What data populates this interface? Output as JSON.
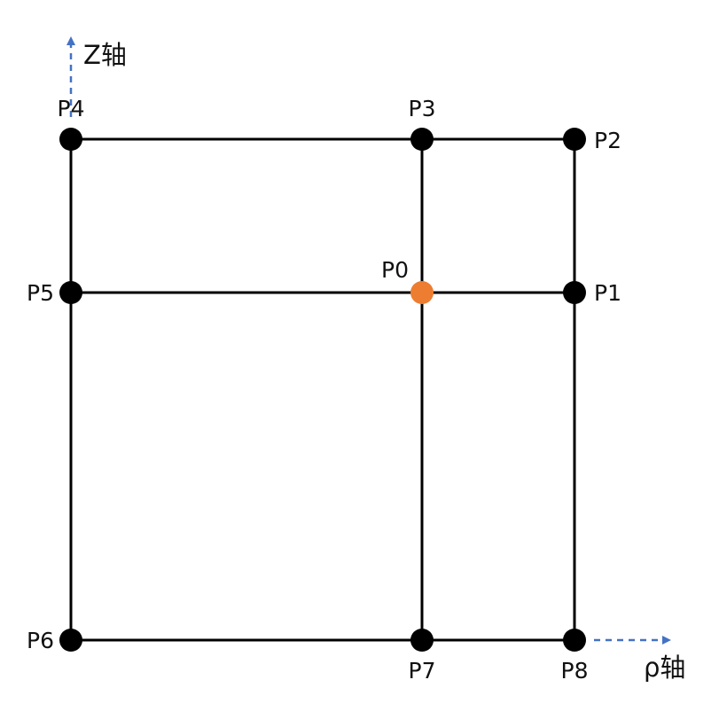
{
  "colors": {
    "line": "#000000",
    "node": "#000000",
    "highlight_node": "#ED7D31",
    "axis_arrow": "#4472C4"
  },
  "axes": {
    "z_label": "Z轴",
    "rho_label": "ρ轴"
  },
  "nodes": [
    {
      "id": "P0",
      "label": "P0",
      "highlight": true
    },
    {
      "id": "P1",
      "label": "P1",
      "highlight": false
    },
    {
      "id": "P2",
      "label": "P2",
      "highlight": false
    },
    {
      "id": "P3",
      "label": "P3",
      "highlight": false
    },
    {
      "id": "P4",
      "label": "P4",
      "highlight": false
    },
    {
      "id": "P5",
      "label": "P5",
      "highlight": false
    },
    {
      "id": "P6",
      "label": "P6",
      "highlight": false
    },
    {
      "id": "P7",
      "label": "P7",
      "highlight": false
    },
    {
      "id": "P8",
      "label": "P8",
      "highlight": false
    }
  ]
}
